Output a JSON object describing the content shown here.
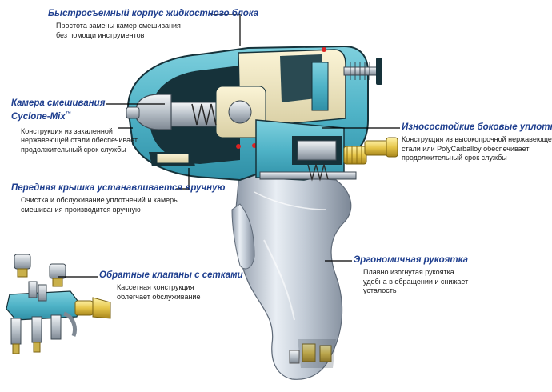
{
  "callouts": {
    "housing": {
      "title": "Быстросъемный корпус жидкостного блока",
      "desc": "Простота замены камер смешивания\nбез помощи инструментов"
    },
    "mix_chamber": {
      "title": "Камера смешивания",
      "title2": "Cyclone-Mix",
      "title2_mark": "™",
      "desc": "Конструкция из закаленной\nнержавеющей стали обеспечивает\nпродолжительный срок службы"
    },
    "front_cover": {
      "title": "Передняя крышка устанавливается вручную",
      "desc": "Очистка и обслуживание уплотнений и камеры\nсмешивания производится вручную"
    },
    "side_seals": {
      "title": "Износостойкие боковые уплотнения",
      "desc": "Конструкция из высокопрочной нержавеющей\nстали или PolyCarballoy обеспечивает\nпродолжительный срок службы"
    },
    "handle": {
      "title": "Эргономичная рукоятка",
      "desc": "Плавно изогнутая рукоятка\nудобна в обращении и снижает\nусталость"
    },
    "check_valves": {
      "title": "Обратные клапаны с сетками",
      "desc": "Кассетная конструкция\nоблегчает обслуживание"
    }
  },
  "colors": {
    "title": "#1f3f8f",
    "body_blue": "#4fb3c7",
    "body_dark": "#16323a",
    "steel": "#c9d0d6",
    "brass": "#e6c64a"
  }
}
